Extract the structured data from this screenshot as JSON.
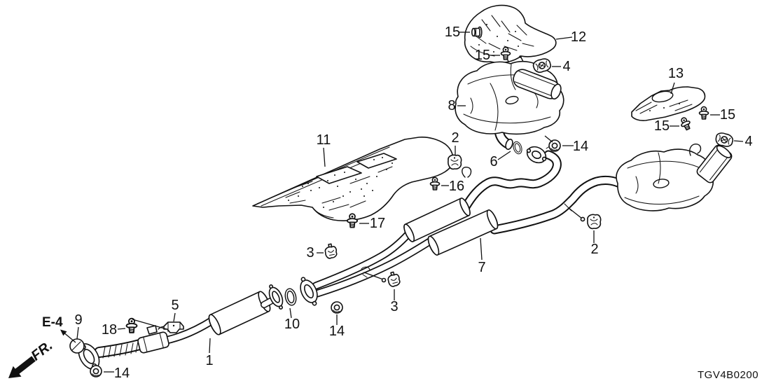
{
  "diagram": {
    "drawing_code": "TGV4B0200",
    "section_ref": "E-4",
    "front_marker": "FR.",
    "colors": {
      "line": "#111111",
      "background": "#ffffff"
    },
    "callouts": [
      {
        "label": "1"
      },
      {
        "label": "2"
      },
      {
        "label": "2"
      },
      {
        "label": "3"
      },
      {
        "label": "3"
      },
      {
        "label": "4"
      },
      {
        "label": "4"
      },
      {
        "label": "5"
      },
      {
        "label": "6"
      },
      {
        "label": "7"
      },
      {
        "label": "8"
      },
      {
        "label": "9"
      },
      {
        "label": "10"
      },
      {
        "label": "11"
      },
      {
        "label": "12"
      },
      {
        "label": "13"
      },
      {
        "label": "14"
      },
      {
        "label": "14"
      },
      {
        "label": "14"
      },
      {
        "label": "15"
      },
      {
        "label": "15"
      },
      {
        "label": "15"
      },
      {
        "label": "15"
      },
      {
        "label": "16"
      },
      {
        "label": "17"
      },
      {
        "label": "18"
      }
    ]
  }
}
